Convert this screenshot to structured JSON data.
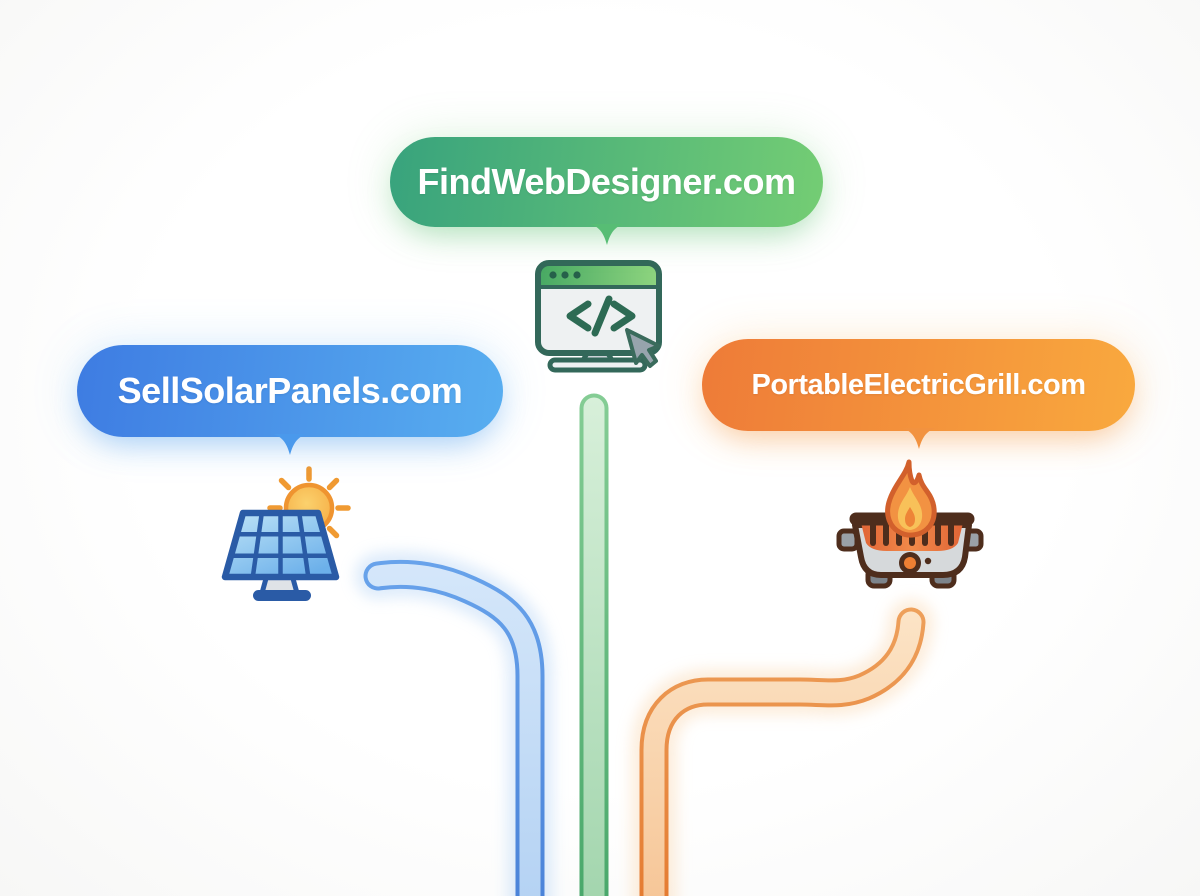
{
  "bubbles": [
    {
      "id": "web",
      "label": "FindWebDesigner.com"
    },
    {
      "id": "solar",
      "label": "SellSolarPanels.com"
    },
    {
      "id": "grill",
      "label": "PortableElectricGrill.com"
    }
  ],
  "icons": [
    {
      "name": "web-designer-browser-icon",
      "depicts": "browser window with code tags and mouse cursor"
    },
    {
      "name": "solar-panel-sun-icon",
      "depicts": "solar panel with sun"
    },
    {
      "name": "electric-grill-flame-icon",
      "depicts": "portable grill with flame"
    }
  ],
  "pipes": [
    {
      "name": "green-pipe",
      "from": "web-designer-browser-icon"
    },
    {
      "name": "blue-pipe",
      "from": "solar-panel-sun-icon"
    },
    {
      "name": "orange-pipe",
      "from": "electric-grill-flame-icon"
    }
  ],
  "colors": {
    "bubble-web-start": "#38a37d",
    "bubble-web-end": "#74cd74",
    "bubble-web-tail": "#57bd74",
    "bubble-solar-start": "#3e7ce2",
    "bubble-solar-end": "#58aef0",
    "bubble-solar-tail": "#4a99ec",
    "bubble-grill-start": "#ee7b38",
    "bubble-grill-end": "#f9a93e",
    "bubble-grill-tail": "#f2923f",
    "pipe-green-edge": "#48a76a",
    "pipe-blue-edge": "#4a82d8",
    "pipe-orange-edge": "#e47a30"
  }
}
